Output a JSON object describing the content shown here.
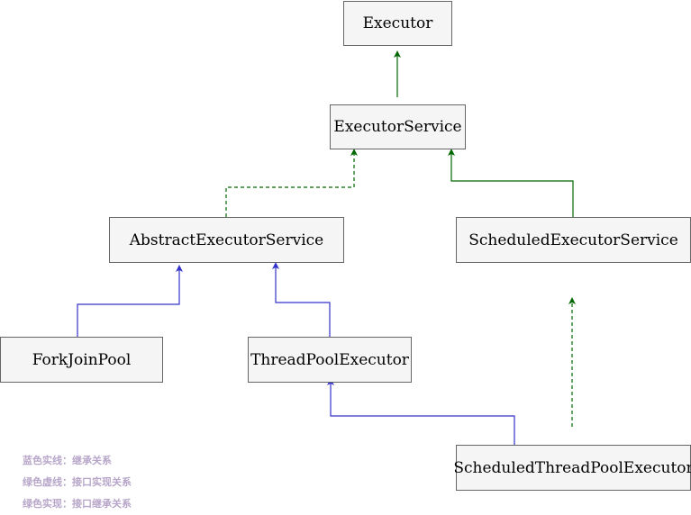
{
  "nodes": {
    "executor": "Executor",
    "executor_service": "ExecutorService",
    "abstract_executor_service": "AbstractExecutorService",
    "scheduled_executor_service": "ScheduledExecutorService",
    "fork_join_pool": "ForkJoinPool",
    "thread_pool_executor": "ThreadPoolExecutor",
    "scheduled_thread_pool_executor": "ScheduledThreadPoolExecutor"
  },
  "legend": [
    "蓝色实线：继承关系",
    "绿色虚线：接口实现关系",
    "绿色实现：接口继承关系"
  ],
  "colors": {
    "inherit_blue": "#3333cc",
    "interface_green": "#006600",
    "legend_text": "#b7a6c9",
    "node_fill": "#f5f5f5",
    "node_border": "#666666"
  }
}
